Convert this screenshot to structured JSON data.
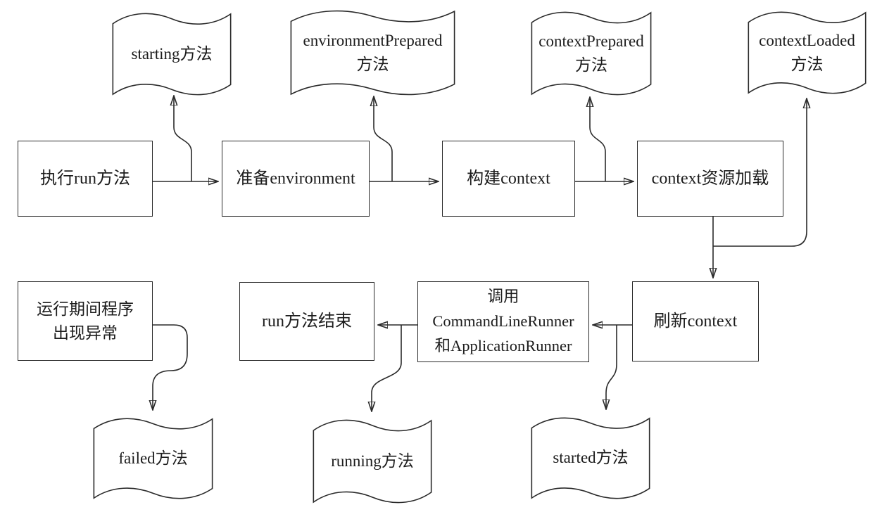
{
  "diagram": {
    "title_hint": "Spring Boot run 方法生命周期流程图",
    "background_color": "#ffffff",
    "line_color": "#2a2a2a",
    "boxes": {
      "run": "执行run方法",
      "prepare_env": "准备environment",
      "build_context": "构建context",
      "load_context": "context资源加载",
      "refresh_context": "刷新context",
      "call_runners": "调用\nCommandLineRunner\n和ApplicationRunner",
      "run_end": "run方法结束",
      "exception": "运行期间程序\n出现异常"
    },
    "documents": {
      "starting": "starting方法",
      "environment_prepared": "environmentPrepared\n方法",
      "context_prepared": "contextPrepared\n方法",
      "context_loaded": "contextLoaded\n方法",
      "failed": "failed方法",
      "running": "running方法",
      "started": "started方法"
    }
  }
}
